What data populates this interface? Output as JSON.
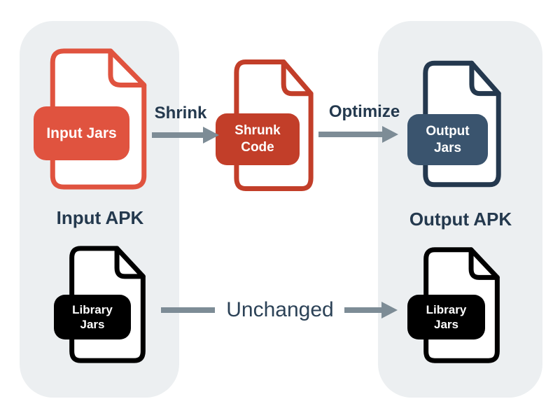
{
  "title": "APK shrink and optimize flow diagram",
  "colors": {
    "background": "#FFFFFF",
    "panel_bg": "#ECEFF1",
    "bright_red": "#E0533F",
    "dark_red": "#C23E29",
    "navy_fill": "#3A546E",
    "navy_stroke": "#24384E",
    "black": "#000000",
    "arrow_gray": "#7D8C96",
    "label_text": "#24394E"
  },
  "panels": {
    "input": {
      "title": "Input APK"
    },
    "output": {
      "title": "Output APK"
    }
  },
  "files": {
    "input_jars": {
      "label": "Input Jars"
    },
    "shrunk_code": {
      "label": "Shrunk\nCode"
    },
    "output_jars": {
      "label": "Output\nJars"
    },
    "library_jars_input": {
      "label": "Library\nJars"
    },
    "library_jars_output": {
      "label": "Library\nJars"
    }
  },
  "arrows": {
    "shrink": {
      "label": "Shrink"
    },
    "optimize": {
      "label": "Optimize"
    },
    "unchanged": {
      "label": "Unchanged"
    }
  }
}
